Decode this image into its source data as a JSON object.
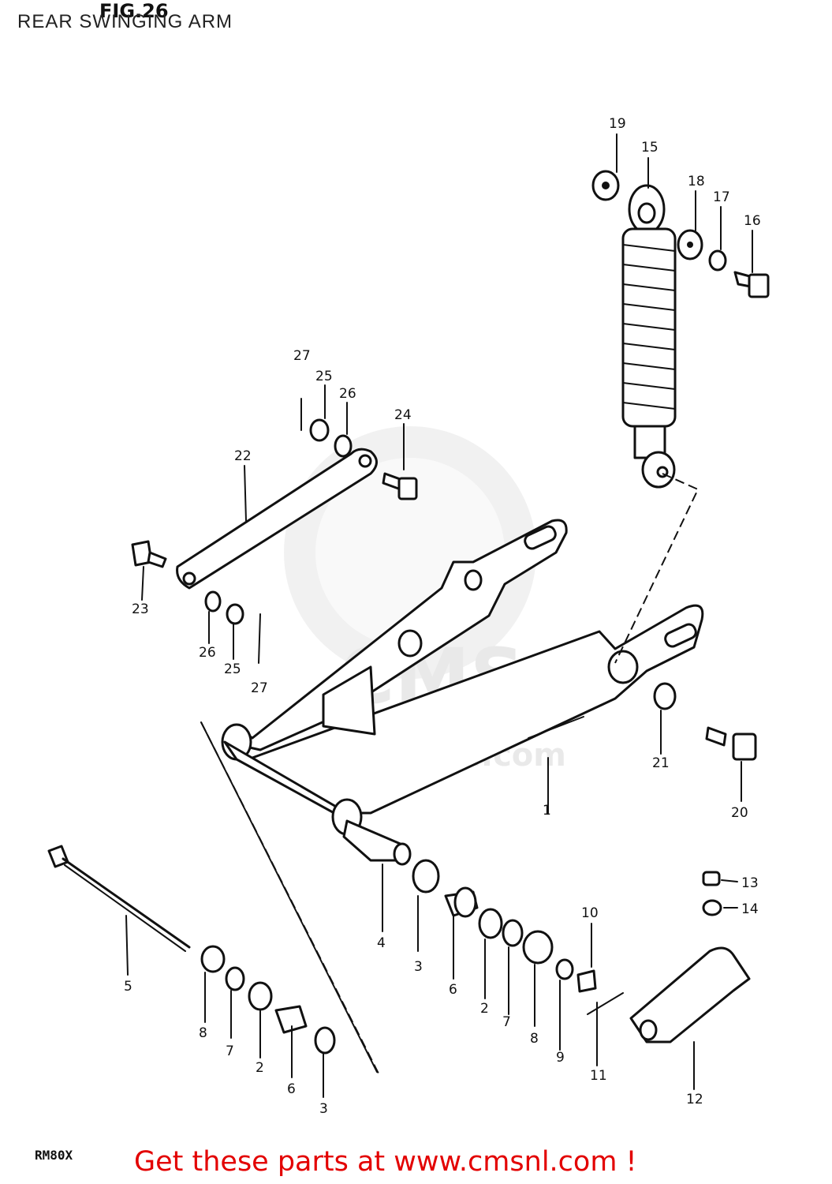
{
  "header": {
    "fig_label": "FIG.26",
    "title": "REAR SWINGING ARM"
  },
  "footer": {
    "model_code": "RM80X",
    "cta_text": "Get these parts at www.cmsnl.com !"
  },
  "watermark": {
    "brand": "CMS",
    "site": "www.cmsnl.com"
  },
  "callouts": [
    "1",
    "2",
    "2",
    "3",
    "3",
    "4",
    "5",
    "6",
    "6",
    "7",
    "7",
    "8",
    "8",
    "9",
    "10",
    "11",
    "12",
    "13",
    "14",
    "15",
    "16",
    "17",
    "18",
    "19",
    "20",
    "21",
    "22",
    "23",
    "24",
    "25",
    "25",
    "26",
    "26",
    "27",
    "27"
  ],
  "colors": {
    "cta": "#e30000",
    "ink": "#111111",
    "watermark": "#e6e6e6"
  }
}
